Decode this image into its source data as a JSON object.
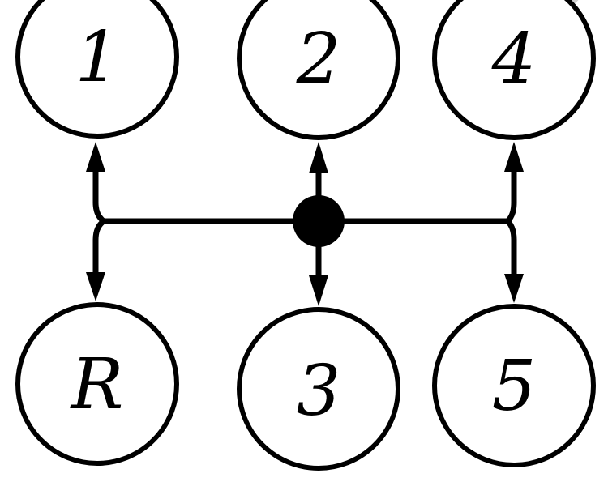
{
  "diagram": {
    "type": "gear-shift-pattern",
    "nodes": {
      "gear_1": "1",
      "gear_2": "2",
      "gear_4": "4",
      "gear_r": "R",
      "gear_3": "3",
      "gear_5": "5"
    },
    "colors": {
      "stroke": "#000000",
      "background": "#ffffff",
      "corner_overlay": "#cfcfcf"
    }
  }
}
